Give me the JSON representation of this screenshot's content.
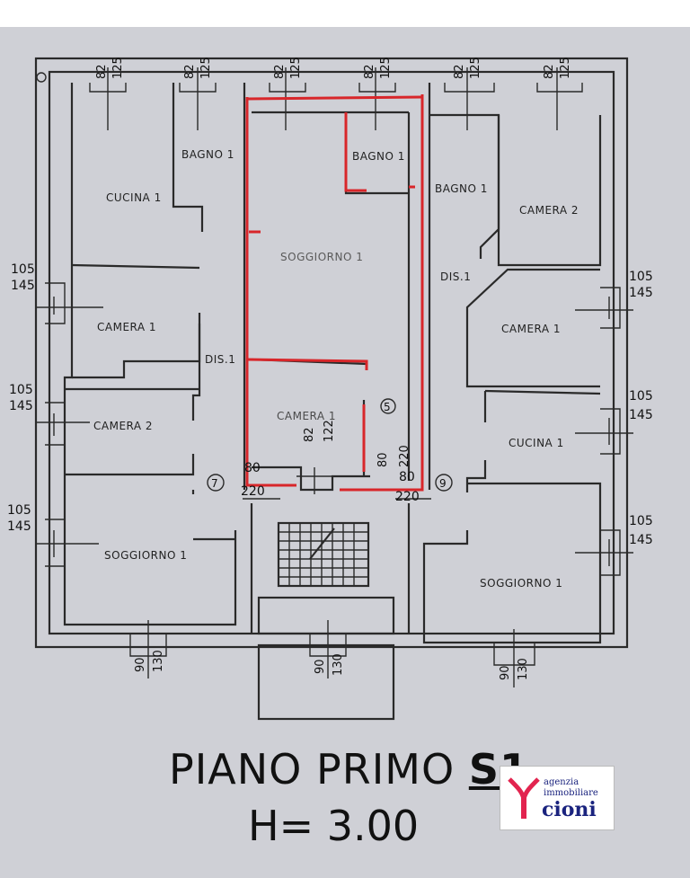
{
  "rooms": {
    "bagno_l": "BAGNO 1",
    "cucina_l": "CUCINA 1",
    "bagno_c": "BAGNO 1",
    "soggiorno_c": "SOGGIORNO 1",
    "camera1_l": "CAMERA 1",
    "dis_l": "DIS.1",
    "camera2_l": "CAMERA 2",
    "camera1_c": "CAMERA 1",
    "soggiorno_l": "SOGGIORNO 1",
    "bagno_r": "BAGNO 1",
    "camera2_r": "CAMERA 2",
    "dis_r": "DIS.1",
    "camera1_r": "CAMERA 1",
    "cucina_r": "CUCINA 1",
    "soggiorno_r": "SOGGIORNO 1"
  },
  "dims": {
    "top_a": "82",
    "top_b": "125",
    "side_a": "105",
    "side_b": "145",
    "bottom_a": "90",
    "bottom_b": "130",
    "door_w": "80",
    "door_h": "220",
    "inner_a": "82",
    "inner_b": "122",
    "inner_c": "80",
    "inner_d": "220"
  },
  "markers": {
    "m5": "5",
    "m7": "7",
    "m9": "9"
  },
  "title": {
    "floor": "PIANO PRIMO",
    "code": "S1",
    "height": "H= 3.00"
  },
  "logo": {
    "line1": "agenzia",
    "line2": "immobiliare",
    "line3": "cioni"
  },
  "colors": {
    "paper": "#cfd0d6",
    "highlight": "#d8262a",
    "logo_red": "#e2244f",
    "logo_blue": "#1a237e"
  }
}
